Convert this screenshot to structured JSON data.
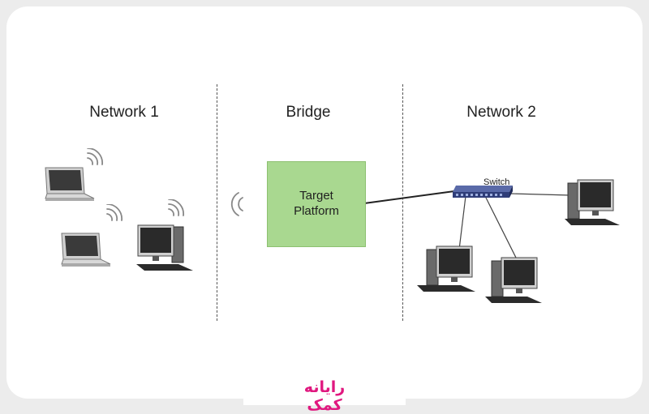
{
  "diagram": {
    "sections": {
      "network1": "Network 1",
      "bridge": "Bridge",
      "network2": "Network 2"
    },
    "target_platform": "Target\nPlatform",
    "switch_label": "Switch"
  },
  "branding": {
    "logo_text": "رایانه کمک"
  },
  "colors": {
    "target_fill": "#a9d890",
    "switch": "#3b4c8a",
    "logo": "#e0187f"
  },
  "icons": [
    "laptop-icon",
    "desktop-computer-icon",
    "wireless-signal-icon",
    "network-switch-icon"
  ]
}
